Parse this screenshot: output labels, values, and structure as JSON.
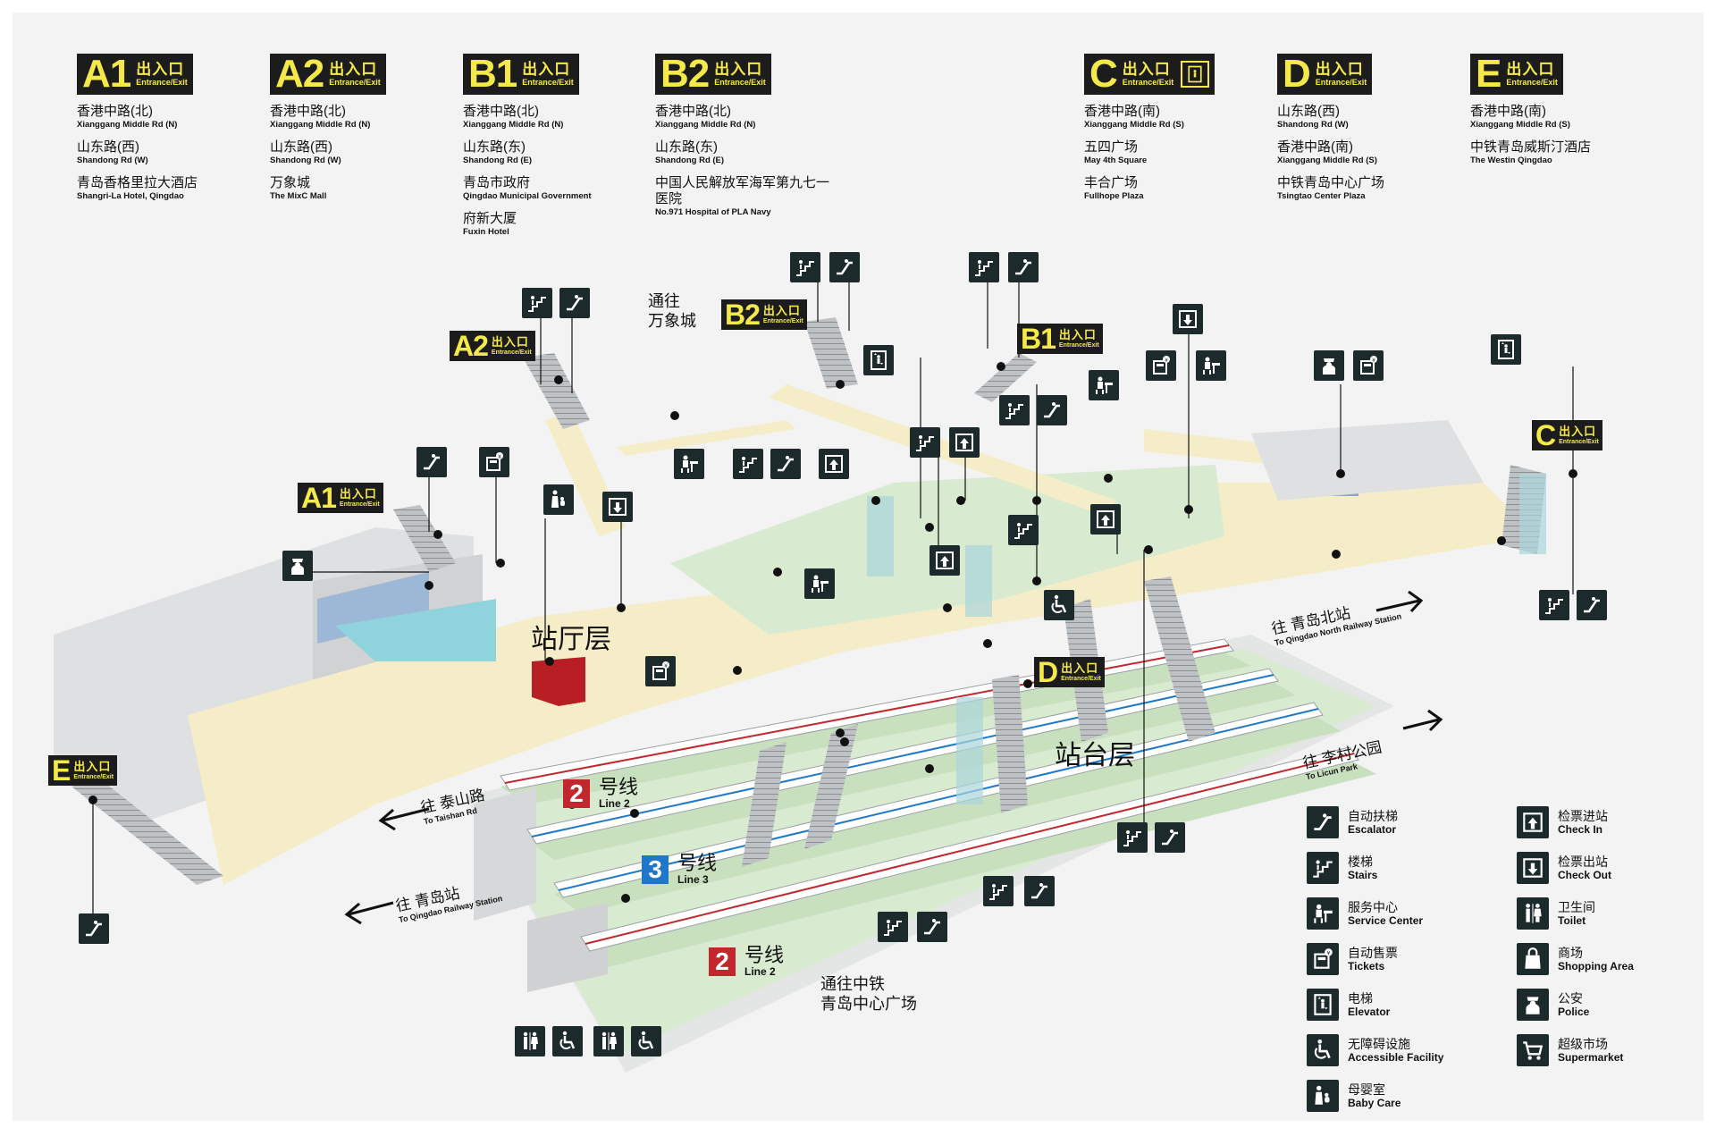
{
  "exits": [
    {
      "id": "A1",
      "label_cn": "出入口",
      "label_en": "Entrance/Exit",
      "has_elevator": false,
      "destinations": [
        {
          "cn": "香港中路(北)",
          "en": "Xianggang Middle Rd (N)"
        },
        {
          "cn": "山东路(西)",
          "en": "Shandong Rd (W)"
        },
        {
          "cn": "青岛香格里拉大酒店",
          "en": "Shangri-La Hotel, Qingdao"
        }
      ]
    },
    {
      "id": "A2",
      "label_cn": "出入口",
      "label_en": "Entrance/Exit",
      "has_elevator": false,
      "destinations": [
        {
          "cn": "香港中路(北)",
          "en": "Xianggang Middle Rd (N)"
        },
        {
          "cn": "山东路(西)",
          "en": "Shandong Rd (W)"
        },
        {
          "cn": "万象城",
          "en": "The MixC Mall"
        }
      ]
    },
    {
      "id": "B1",
      "label_cn": "出入口",
      "label_en": "Entrance/Exit",
      "has_elevator": false,
      "destinations": [
        {
          "cn": "香港中路(北)",
          "en": "Xianggang Middle Rd (N)"
        },
        {
          "cn": "山东路(东)",
          "en": "Shandong Rd (E)"
        },
        {
          "cn": "青岛市政府",
          "en": "Qingdao Municipal Government"
        },
        {
          "cn": "府新大厦",
          "en": "Fuxin Hotel"
        }
      ]
    },
    {
      "id": "B2",
      "label_cn": "出入口",
      "label_en": "Entrance/Exit",
      "has_elevator": false,
      "destinations": [
        {
          "cn": "香港中路(北)",
          "en": "Xianggang Middle Rd (N)"
        },
        {
          "cn": "山东路(东)",
          "en": "Shandong Rd (E)"
        },
        {
          "cn": "中国人民解放军海军第九七一医院",
          "en": "No.971 Hospital of PLA Navy"
        }
      ]
    },
    {
      "id": "C",
      "label_cn": "出入口",
      "label_en": "Entrance/Exit",
      "has_elevator": true,
      "destinations": [
        {
          "cn": "香港中路(南)",
          "en": "Xianggang Middle Rd (S)"
        },
        {
          "cn": "五四广场",
          "en": "May 4th Square"
        },
        {
          "cn": "丰合广场",
          "en": "Fullhope Plaza"
        }
      ]
    },
    {
      "id": "D",
      "label_cn": "出入口",
      "label_en": "Entrance/Exit",
      "has_elevator": false,
      "destinations": [
        {
          "cn": "山东路(西)",
          "en": "Shandong Rd (W)"
        },
        {
          "cn": "香港中路(南)",
          "en": "Xianggang Middle Rd (S)"
        },
        {
          "cn": "中铁青岛中心广场",
          "en": "Tsingtao Center Plaza"
        }
      ]
    },
    {
      "id": "E",
      "label_cn": "出入口",
      "label_en": "Entrance/Exit",
      "has_elevator": false,
      "destinations": [
        {
          "cn": "香港中路(南)",
          "en": "Xianggang Middle Rd (S)"
        },
        {
          "cn": "中铁青岛威斯汀酒店",
          "en": "The Westin Qingdao"
        }
      ]
    }
  ],
  "map": {
    "concourse": "站厅层",
    "platform": "站台层",
    "to_mixc": [
      "通往",
      "万象城"
    ],
    "to_tsingtao": [
      "通往中铁",
      "青岛中心广场"
    ],
    "directions": {
      "north_station": {
        "cn": "往 青岛北站",
        "en": "To Qingdao North Railway Station"
      },
      "licun": {
        "cn": "往 李村公园",
        "en": "To Licun Park"
      },
      "taishan": {
        "cn": "往 泰山路",
        "en": "To Taishan Rd"
      },
      "qingdao_station": {
        "cn": "往 青岛站",
        "en": "To Qingdao Railway Station"
      }
    },
    "lines": [
      {
        "num": "2",
        "cn": "号线",
        "en": "Line 2",
        "color": "#c1272d"
      },
      {
        "num": "3",
        "cn": "号线",
        "en": "Line 3",
        "color": "#1f77c9"
      },
      {
        "num": "2",
        "cn": "号线",
        "en": "Line 2",
        "color": "#c1272d"
      }
    ]
  },
  "legend": [
    {
      "icon": "escalator-icon",
      "cn": "自动扶梯",
      "en": "Escalator"
    },
    {
      "icon": "stairs-icon",
      "cn": "楼梯",
      "en": "Stairs"
    },
    {
      "icon": "service-center-icon",
      "cn": "服务中心",
      "en": "Service Center"
    },
    {
      "icon": "ticket-machine-icon",
      "cn": "自动售票",
      "en": "Tickets"
    },
    {
      "icon": "elevator-icon",
      "cn": "电梯",
      "en": "Elevator"
    },
    {
      "icon": "accessible-icon",
      "cn": "无障碍设施",
      "en": "Accessible Facility"
    },
    {
      "icon": "baby-care-icon",
      "cn": "母婴室",
      "en": "Baby Care"
    },
    {
      "icon": "check-in-icon",
      "cn": "检票进站",
      "en": "Check In"
    },
    {
      "icon": "check-out-icon",
      "cn": "检票出站",
      "en": "Check Out"
    },
    {
      "icon": "toilet-icon",
      "cn": "卫生间",
      "en": "Toilet"
    },
    {
      "icon": "shopping-icon",
      "cn": "商场",
      "en": "Shopping Area"
    },
    {
      "icon": "police-icon",
      "cn": "公安",
      "en": "Police"
    },
    {
      "icon": "supermarket-icon",
      "cn": "超级市场",
      "en": "Supermarket"
    }
  ],
  "colors": {
    "accent_yellow": "#f5e94a",
    "badge_black": "#1c1c1c",
    "icon_bg": "#1c2a2c",
    "concourse": "#f5ecc8",
    "platform": "#d8ead0",
    "line2": "#c1272d",
    "line3": "#1f77c9"
  }
}
